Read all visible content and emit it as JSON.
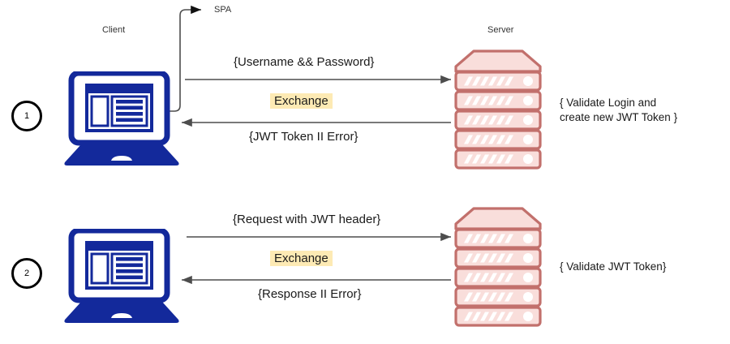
{
  "diagram": {
    "title": "JWT authentication exchange between Client (SPA) and Server",
    "colors": {
      "laptop": "#13299b",
      "server_fill": "#f9dedb",
      "server_stroke": "#c2706c",
      "highlight": "#fdeab4",
      "arrow": "#4d4d4d",
      "text": "#1a1a1a",
      "caption": "#333333",
      "circle": "#000000"
    }
  },
  "captions": {
    "spa": "SPA",
    "client": "Client",
    "server": "Server"
  },
  "steps": [
    {
      "number": "1",
      "request_label": "{Username && Password}",
      "exchange_label": "Exchange",
      "response_label": "{JWT Token II Error}",
      "note_line1": "{ Validate Login and",
      "note_line2": "create new JWT Token }"
    },
    {
      "number": "2",
      "request_label": "{Request with JWT header}",
      "exchange_label": "Exchange",
      "response_label": "{Response II Error}",
      "note_line1": "{ Validate JWT Token}",
      "note_line2": ""
    }
  ]
}
